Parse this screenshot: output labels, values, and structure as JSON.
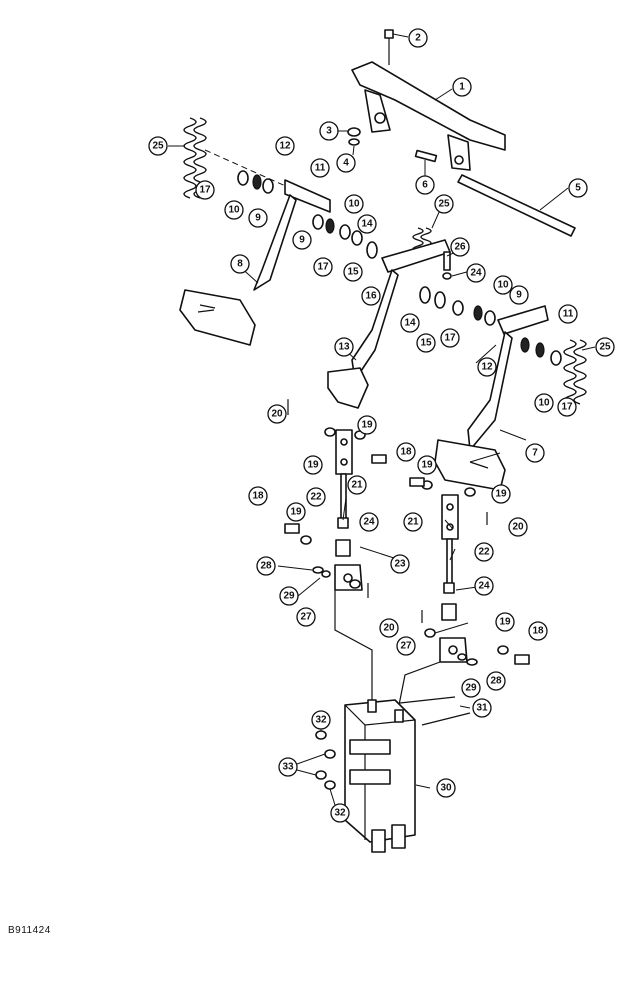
{
  "figure_code": "B911424",
  "callouts": [
    "1",
    "2",
    "3",
    "4",
    "5",
    "6",
    "7",
    "8",
    "9",
    "9",
    "9",
    "10",
    "10",
    "10",
    "10",
    "11",
    "11",
    "12",
    "12",
    "13",
    "14",
    "14",
    "15",
    "15",
    "16",
    "17",
    "17",
    "17",
    "17",
    "18",
    "18",
    "18",
    "19",
    "19",
    "19",
    "19",
    "19",
    "19",
    "20",
    "20",
    "20",
    "21",
    "21",
    "22",
    "22",
    "23",
    "24",
    "24",
    "24",
    "25",
    "25",
    "25",
    "26",
    "27",
    "27",
    "28",
    "28",
    "29",
    "29",
    "30",
    "31",
    "32",
    "32",
    "33"
  ]
}
